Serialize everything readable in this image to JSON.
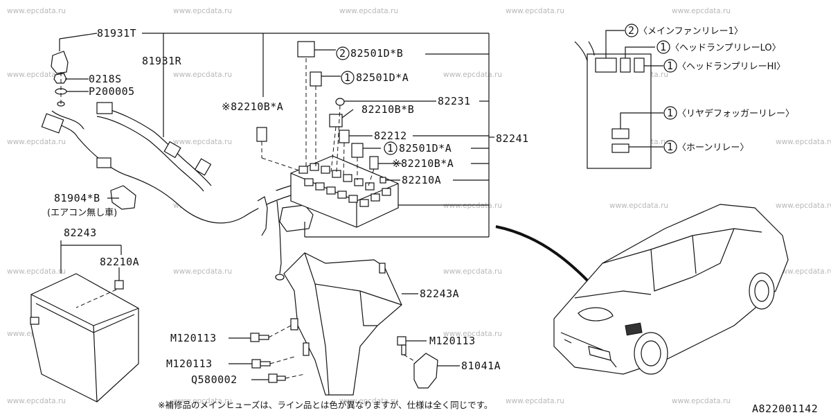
{
  "watermark": "www.epcdata.ru",
  "diagram_id": "A822001142",
  "footnote": "※補修品のメインヒューズは、ライン品とは色が異なりますが、仕様は全く同じです。",
  "parts": {
    "p81931T": "81931T",
    "p81931R": "81931R",
    "p0218S": "0218S",
    "pP200005": "P200005",
    "p81904B": "81904*B",
    "p81904B_note": "(エアコン無し車)",
    "p82243": "82243",
    "p82210A_left": "82210A",
    "p82210BA_left": "※82210B*A",
    "p82501DB": "82501D*B",
    "p82501DA_top": "82501D*A",
    "p82231": "82231",
    "p82210BB": "82210B*B",
    "p82212": "82212",
    "p82241": "82241",
    "p82501DA_mid": "82501D*A",
    "p82210BA_right": "※82210B*A",
    "p82210A_right": "82210A",
    "p82243A": "82243A",
    "pM120113_a": "M120113",
    "pM120113_b": "M120113",
    "pQ580002": "Q580002",
    "pM120113_c": "M120113",
    "p81041A": "81041A"
  },
  "callout_numbers": {
    "n2": "2",
    "n1": "1"
  },
  "relay_legend": {
    "main_fan": "〈メインファンリレー1〉",
    "headlamp_lo": "〈ヘッドランプリレーLO〉",
    "headlamp_hi": "〈ヘッドランプリレーHI〉",
    "rear_defogger": "〈リヤデフォッガーリレー〉",
    "horn": "〈ホーンリレー〉",
    "main_fan_num": "2",
    "headlamp_lo_num": "1",
    "headlamp_hi_num": "1",
    "rear_defogger_num": "1",
    "horn_num": "1"
  }
}
